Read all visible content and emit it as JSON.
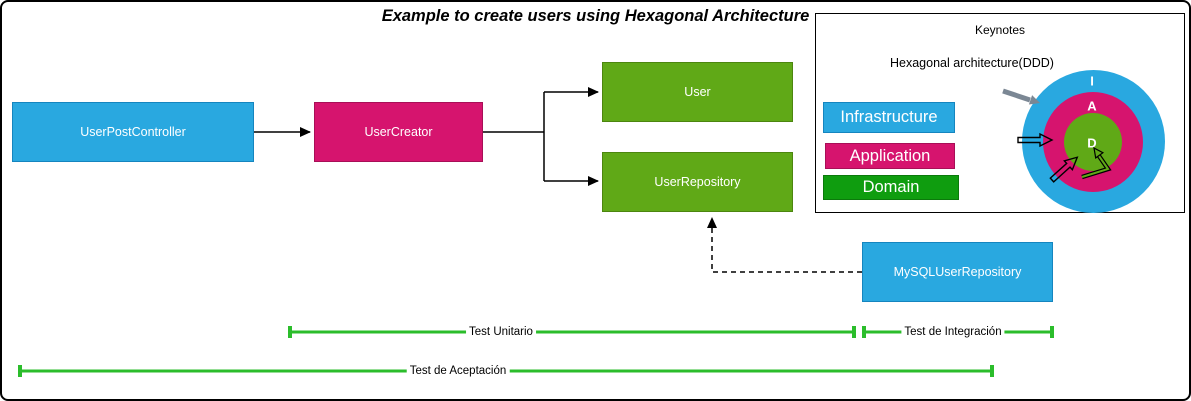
{
  "title": "Example to create users using Hexagonal Architecture",
  "colors": {
    "infrastructure_blue": "#29a8e0",
    "application_magenta": "#d6146e",
    "domain_green": "#60a917",
    "legend_domain_green": "#0f9d0f",
    "test_line_green": "#2bbd2b",
    "arrow_gray": "#7b8794",
    "connector_black": "#000000"
  },
  "boxes": {
    "user_post_controller": {
      "label": "UserPostController"
    },
    "user_creator": {
      "label": "UserCreator"
    },
    "user": {
      "label": "User"
    },
    "user_repository": {
      "label": "UserRepository"
    },
    "mysql_user_repository": {
      "label": "MySQLUserRepository"
    }
  },
  "keynotes": {
    "title": "Keynotes",
    "subtitle": "Hexagonal architecture(DDD)",
    "legend": [
      {
        "label": "Infrastructure"
      },
      {
        "label": "Application"
      },
      {
        "label": "Domain"
      }
    ],
    "rings": [
      {
        "letter": "I"
      },
      {
        "letter": "A"
      },
      {
        "letter": "D"
      }
    ]
  },
  "tests": {
    "unit": "Test Unitario",
    "integration": "Test de Integración",
    "acceptance": "Test de Aceptación"
  }
}
